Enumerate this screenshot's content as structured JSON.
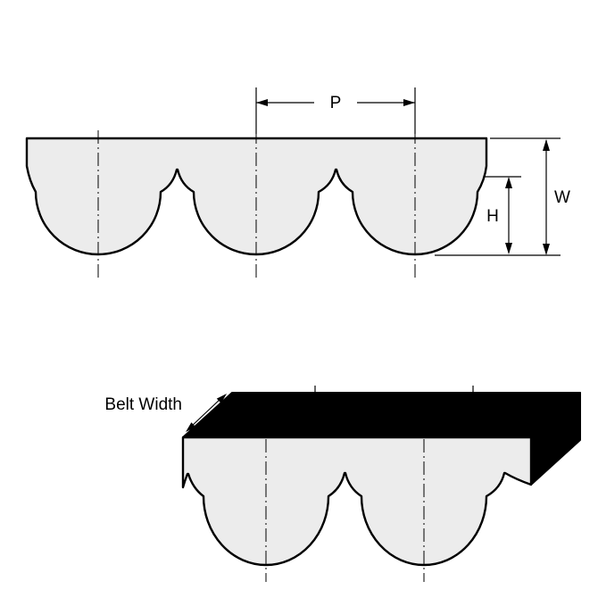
{
  "figure": {
    "top_view": {
      "dim_pitch_label": "P",
      "dim_width_label": "W",
      "dim_height_label": "H"
    },
    "bottom_view": {
      "belt_width_label": "Belt Width"
    },
    "colors": {
      "outline": "#000000",
      "belt_fill": "#ececec",
      "solid_face": "#000000",
      "background": "#ffffff"
    }
  }
}
